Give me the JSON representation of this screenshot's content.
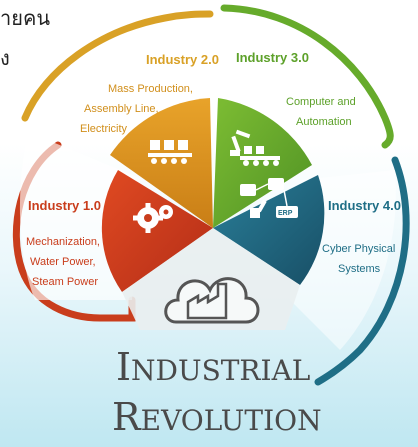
{
  "header_text": {
    "line1": "ายคน",
    "line2": "ง"
  },
  "stages": [
    {
      "title": "Industry 2.0",
      "desc": [
        "Mass Production,",
        "Assembly Line,",
        "Electricity"
      ],
      "color": "#d9a126",
      "icon": "conveyor-icon"
    },
    {
      "title": "Industry 3.0",
      "desc": [
        "Computer and",
        "Automation"
      ],
      "color": "#6fb12d",
      "icon": "robot-arm-conveyor-icon"
    },
    {
      "title": "Industry 1.0",
      "desc": [
        "Mechanization,",
        "Water Power,",
        "Steam Power"
      ],
      "color": "#d2401f",
      "icon": "gears-icon"
    },
    {
      "title": "Industry 4.0",
      "desc": [
        "Cyber Physical",
        "Systems"
      ],
      "color": "#1f6e86",
      "icon": "robot-network-erp-icon"
    }
  ],
  "erp_label": "ERP",
  "main_title": {
    "line1": "Industrial",
    "line2": "Revolution"
  },
  "center_icon": "cloud-factory-icon"
}
